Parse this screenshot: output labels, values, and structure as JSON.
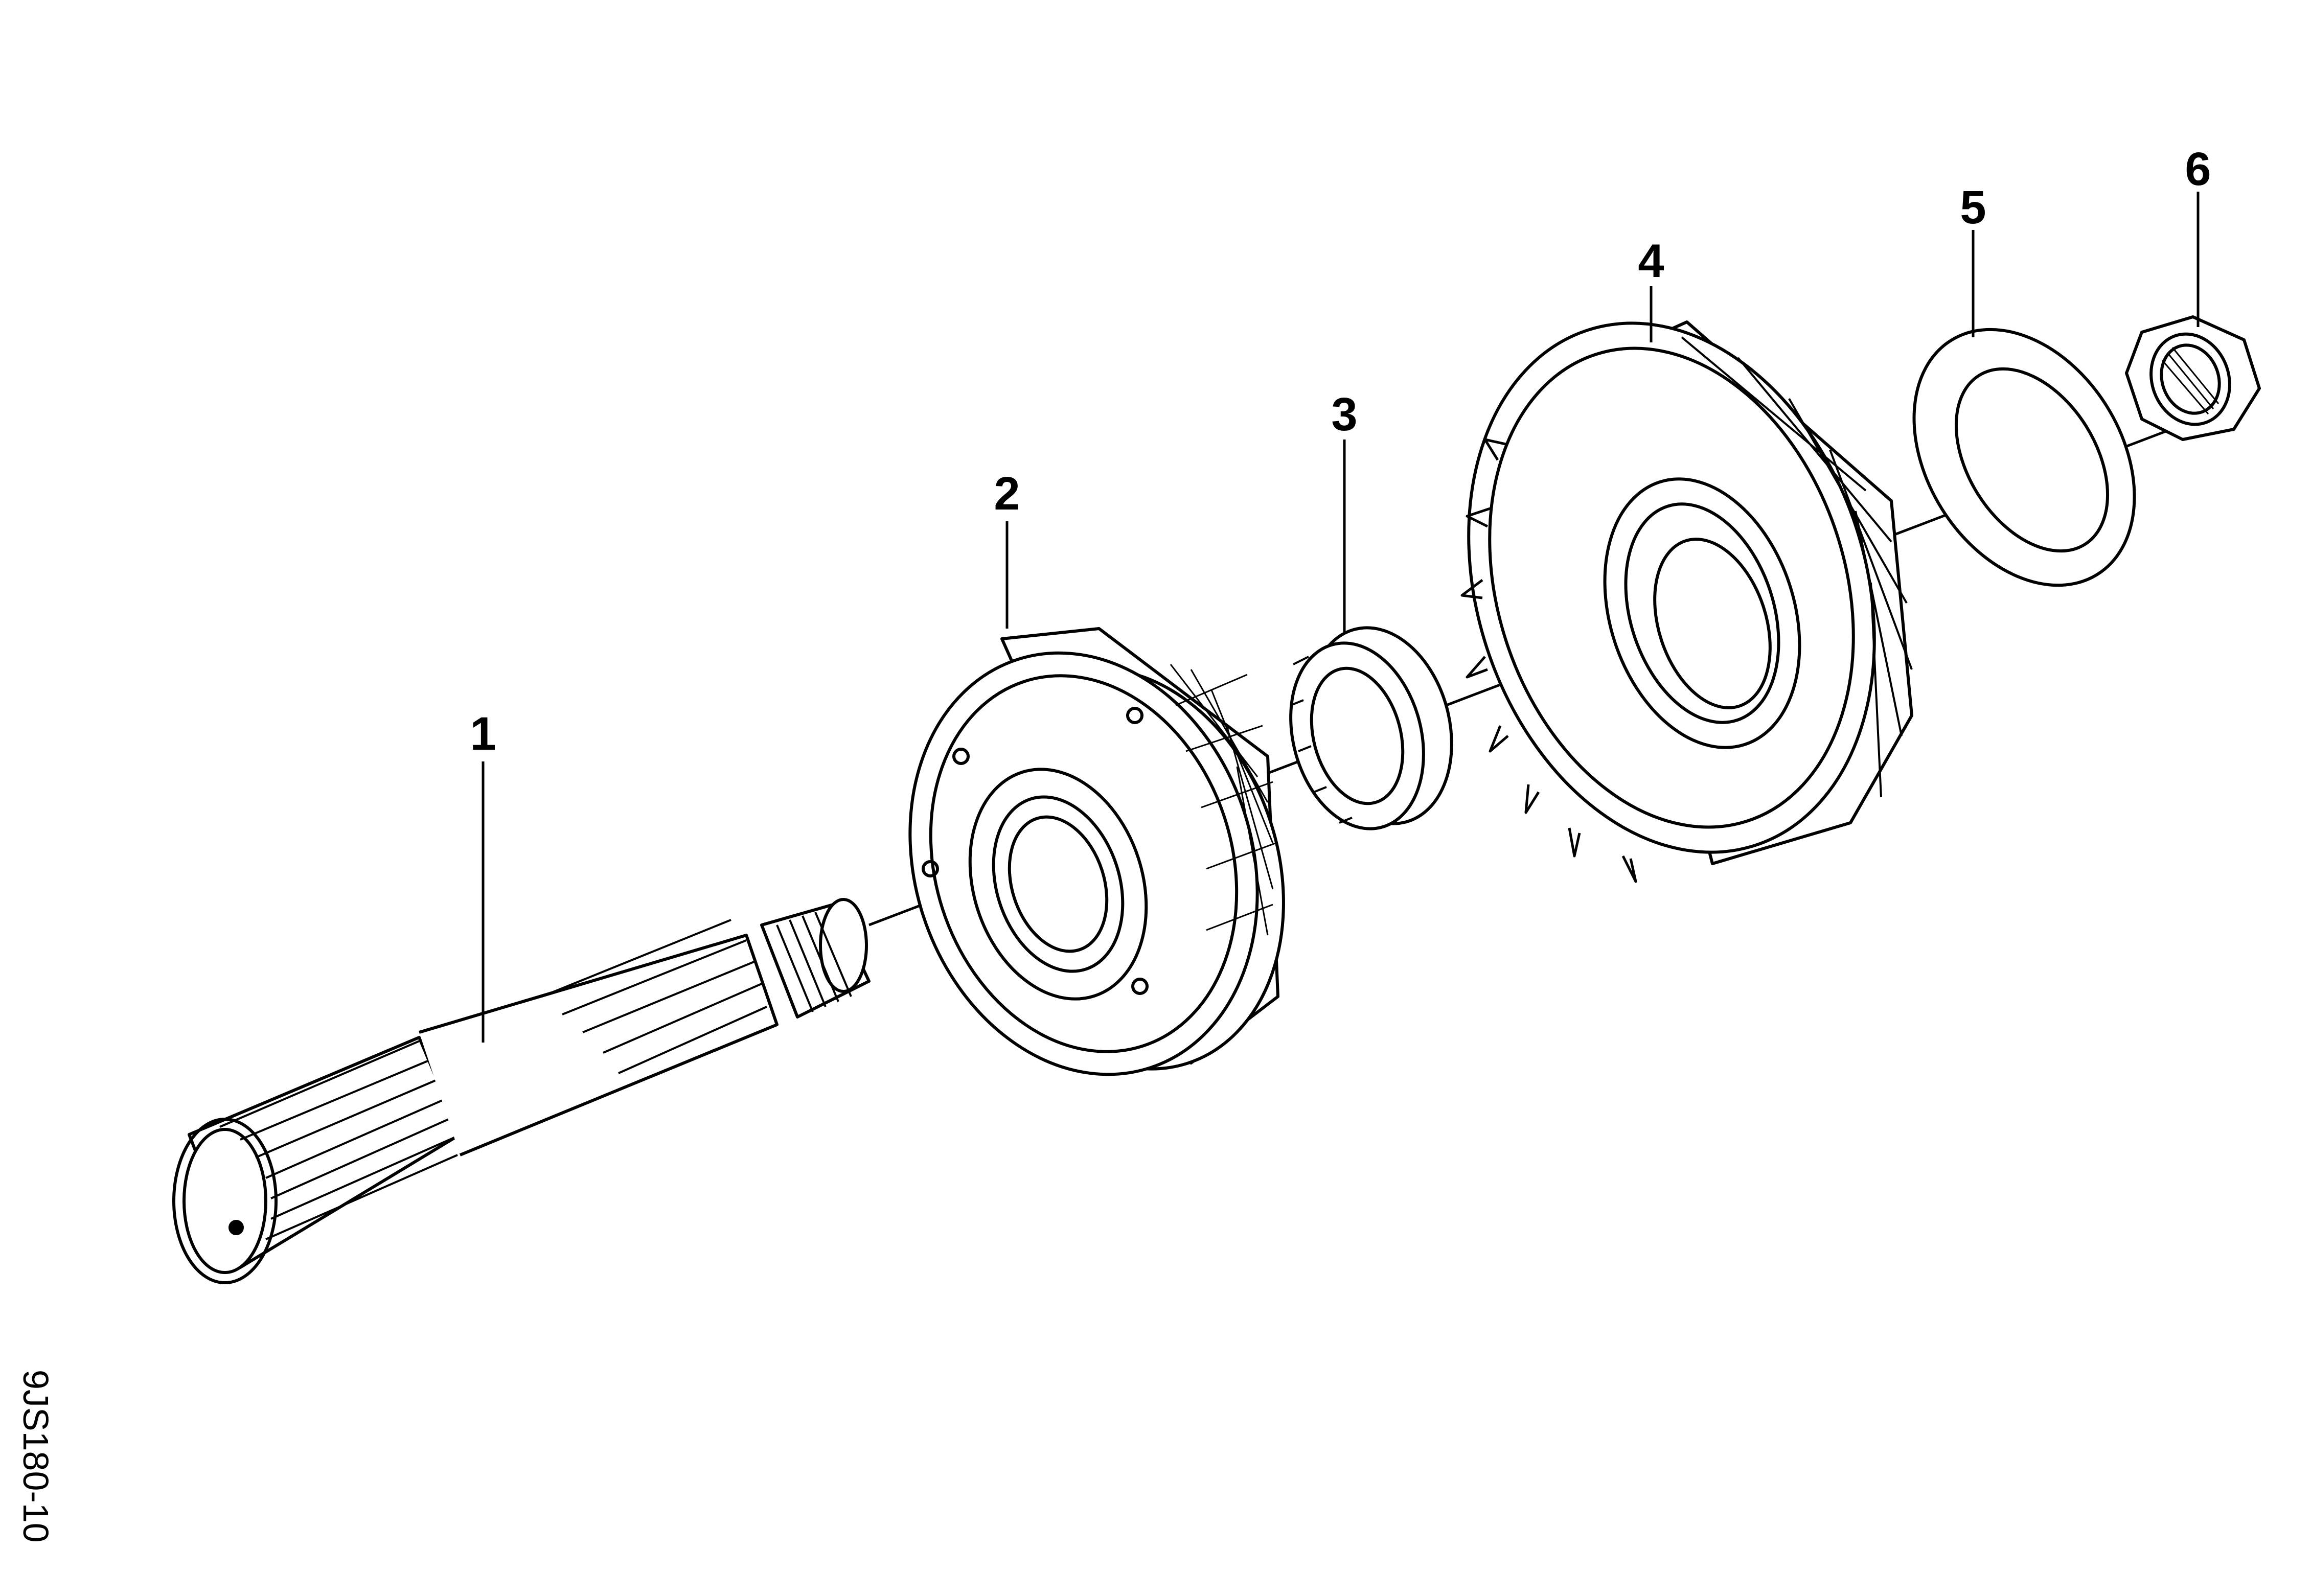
{
  "diagram": {
    "callouts": [
      "1",
      "2",
      "3",
      "4",
      "5",
      "6"
    ],
    "reference_code": "9JS180-10",
    "parts": [
      "shaft",
      "synchronizer-hub",
      "synchro-ring",
      "gear",
      "thrust-washer",
      "hex-nut"
    ]
  }
}
